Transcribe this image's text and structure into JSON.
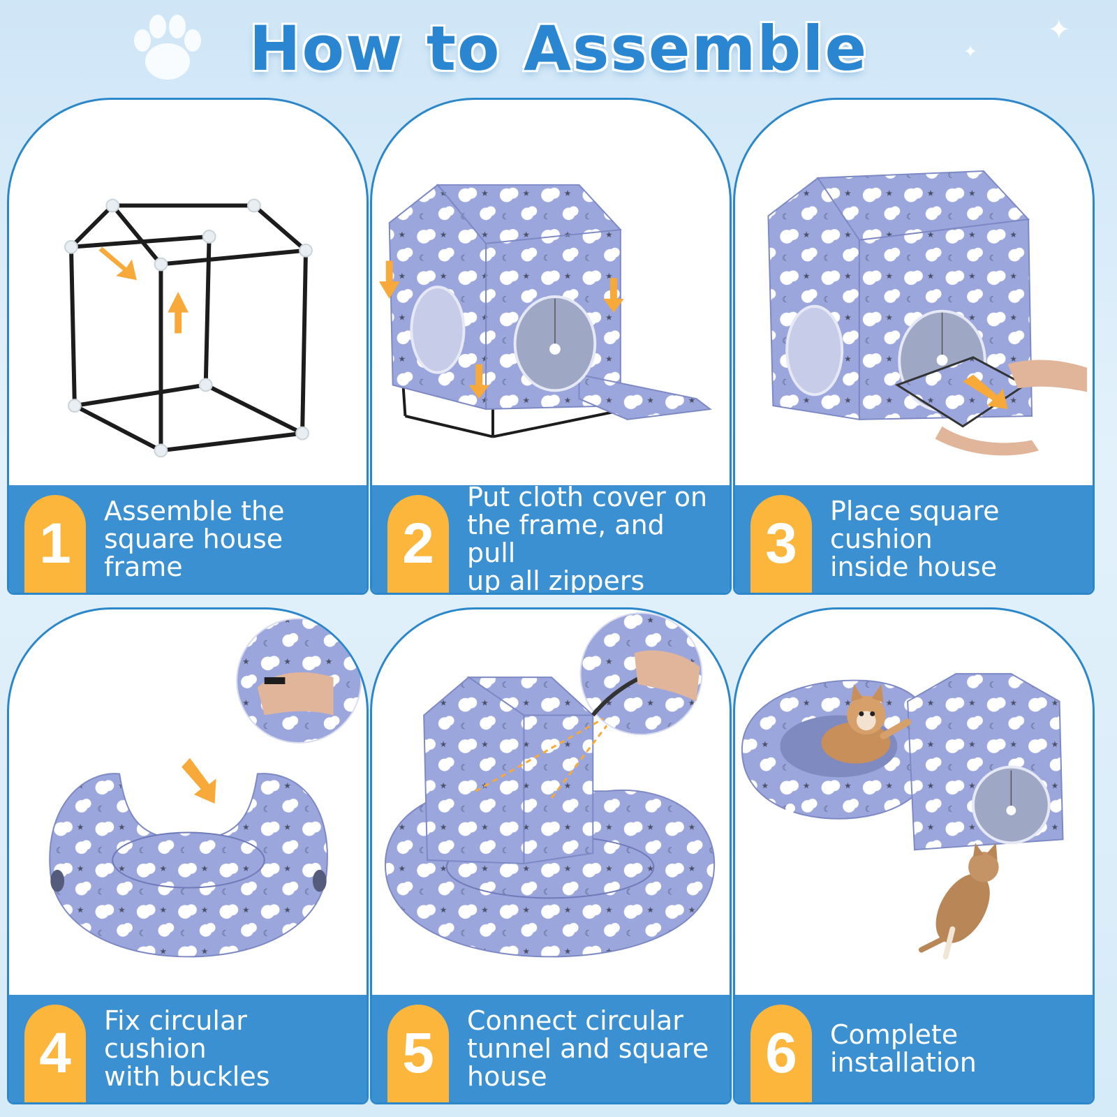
{
  "title": "How to Assemble",
  "colors": {
    "title": "#2a86d1",
    "panel_border": "#2b87c9",
    "footer": "#3b90d2",
    "badge": "#fbb63b",
    "fabric": "#9aa6dc",
    "fabric_dot": "#ffffff",
    "arrow": "#f7a93a",
    "frame": "#1c1c1c"
  },
  "steps": [
    {
      "number": "1",
      "text": "Assemble the\nsquare house frame",
      "image_icon": "house-frame-icon"
    },
    {
      "number": "2",
      "text": "Put cloth cover on\nthe frame, and pull\nup all zippers",
      "image_icon": "cloth-cover-house-icon"
    },
    {
      "number": "3",
      "text": "Place square cushion\ninside house",
      "image_icon": "cushion-house-icon"
    },
    {
      "number": "4",
      "text": "Fix circular cushion\nwith buckles",
      "image_icon": "circular-tunnel-icon"
    },
    {
      "number": "5",
      "text": "Connect circular\ntunnel and square\nhouse",
      "image_icon": "tunnel-house-icon"
    },
    {
      "number": "6",
      "text": "Complete installation",
      "image_icon": "completed-house-cats-icon"
    }
  ]
}
